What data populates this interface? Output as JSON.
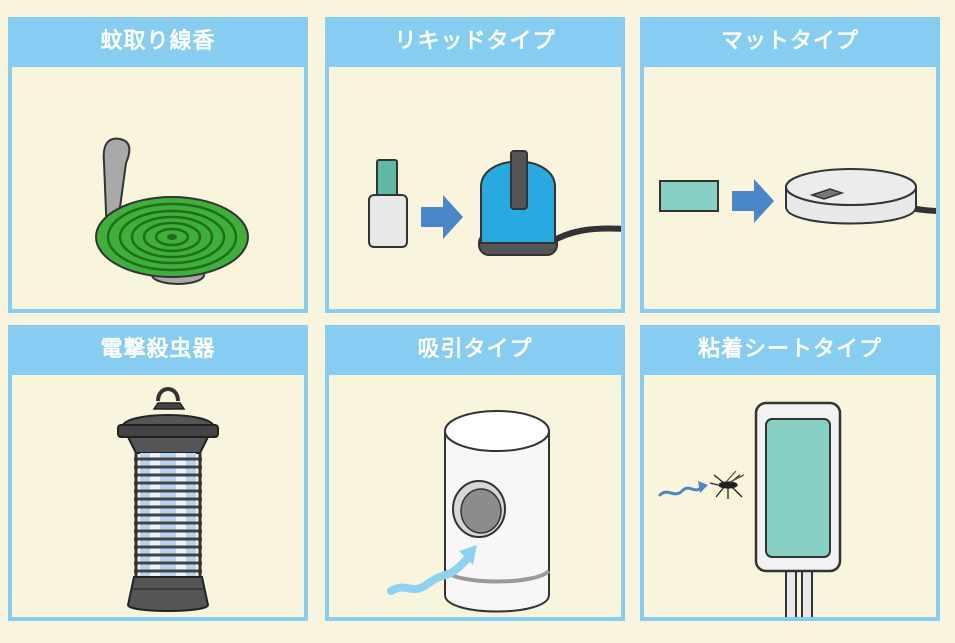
{
  "panels": [
    {
      "title": "蚊取り線香",
      "illustration": "mosquito-coil"
    },
    {
      "title": "リキッドタイプ",
      "illustration": "liquid-vaporizer"
    },
    {
      "title": "マットタイプ",
      "illustration": "mat-vaporizer"
    },
    {
      "title": "電撃殺虫器",
      "illustration": "electric-bug-zapper"
    },
    {
      "title": "吸引タイプ",
      "illustration": "suction-trap"
    },
    {
      "title": "粘着シートタイプ",
      "illustration": "sticky-sheet-trap"
    }
  ],
  "colors": {
    "frame": "#87cdf2",
    "background": "#f8f4de",
    "arrow": "#4a86c8",
    "coil_green": "#3fae3a",
    "device_blue": "#29a9e1",
    "mat_teal": "#88cfc6"
  }
}
